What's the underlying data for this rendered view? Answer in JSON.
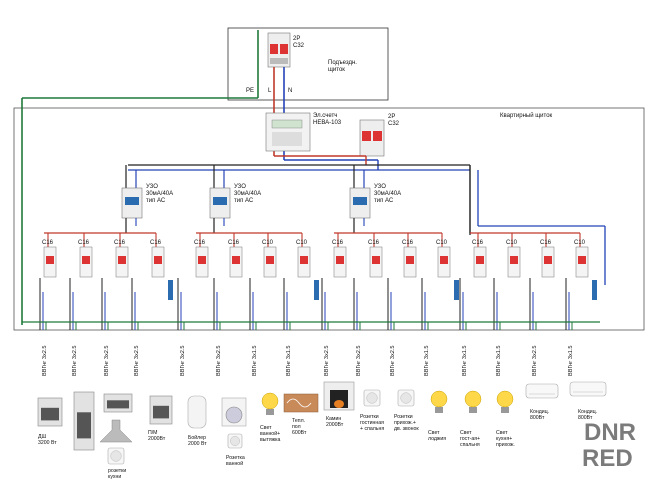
{
  "entrance_panel": {
    "breaker_poles": "2P",
    "breaker_rating": "C32",
    "title": "Подъездн.\nщиток",
    "wire_pe": "PE",
    "wire_l": "L",
    "wire_n": "N"
  },
  "apartment_panel": {
    "title": "Квартирный щиток",
    "meter": "Эл.счетч\nНЕВА-103",
    "main_breaker_poles": "2P",
    "main_breaker_rating": "C32"
  },
  "rcds": [
    {
      "label": "УЗО\n30мА/40А\nтип АС"
    },
    {
      "label": "УЗО\n30мА/40А\nтип АС"
    },
    {
      "label": "УЗО\n30мА/40А\nтип АС"
    }
  ],
  "breakers": [
    "C16",
    "C16",
    "C16",
    "C16",
    "C16",
    "C16",
    "C10",
    "C10",
    "C16",
    "C16",
    "C16",
    "C10",
    "C16",
    "C10",
    "C16",
    "C10"
  ],
  "cables": [
    "ВВГнг 3х2.5",
    "ВВГнг 3х2.5",
    "ВВГнг 3х2.5",
    "ВВГнг 3х2.5",
    "ВВГнг 3х2.5",
    "ВВГнг 3х2.5",
    "ВВГнг 3х1.5",
    "ВВГнг 3х1.5",
    "ВВГнг 3х2.5",
    "ВВГнг 3х2.5",
    "ВВГнг 3х2.5",
    "ВВГнг 3х1.5",
    "ВВГнг 3х1.5",
    "ВВГнг 3х1.5",
    "ВВГнг 3х2.5",
    "ВВГнг 3х1.5"
  ],
  "loads": [
    {
      "label": "ДШ\n3200 Вт",
      "icon": "oven-icon"
    },
    {
      "label": "",
      "icon": "fridge-icon"
    },
    {
      "label": "",
      "icon": "microwave-icon"
    },
    {
      "label": "",
      "icon": "range-hood-icon"
    },
    {
      "label": "розетки\nкухни",
      "icon": "socket-icon"
    },
    {
      "label": "П/М\n2000Вт",
      "icon": "dishwasher-icon"
    },
    {
      "label": "Бойлер\n2000 Вт",
      "icon": "boiler-icon"
    },
    {
      "label": "",
      "icon": "washing-machine-icon"
    },
    {
      "label": "Розетка\nванной",
      "icon": "socket-icon"
    },
    {
      "label": "Свет\nванной+\nвытяжка",
      "icon": "bulb-icon"
    },
    {
      "label": "Тепл.\nпол\n600Вт",
      "icon": "floor-heating-icon"
    },
    {
      "label": "Камин\n2000Вт",
      "icon": "fireplace-icon"
    },
    {
      "label": "Розетки\nгостинная\n+ спальня",
      "icon": "socket-icon"
    },
    {
      "label": "Розетки\nприхож.+\nдв. звонок",
      "icon": "socket-icon"
    },
    {
      "label": "Свет\nлоджия",
      "icon": "bulb-icon"
    },
    {
      "label": "Свет\nгост-ая+\nспальня",
      "icon": "bulb-icon"
    },
    {
      "label": "Свет\nкухня+\nприхож.",
      "icon": "bulb-icon"
    },
    {
      "label": "Кондиц.\n800Вт",
      "icon": "air-conditioner-icon"
    },
    {
      "label": "Кондиц.\n800Вт",
      "icon": "air-conditioner-icon"
    }
  ],
  "watermark": {
    "line1": "DNR",
    "line2": "RED"
  },
  "colors": {
    "phase": "#c0392b",
    "neutral": "#2443b8",
    "pe": "#1f7a3a",
    "wire_black": "#222222"
  }
}
